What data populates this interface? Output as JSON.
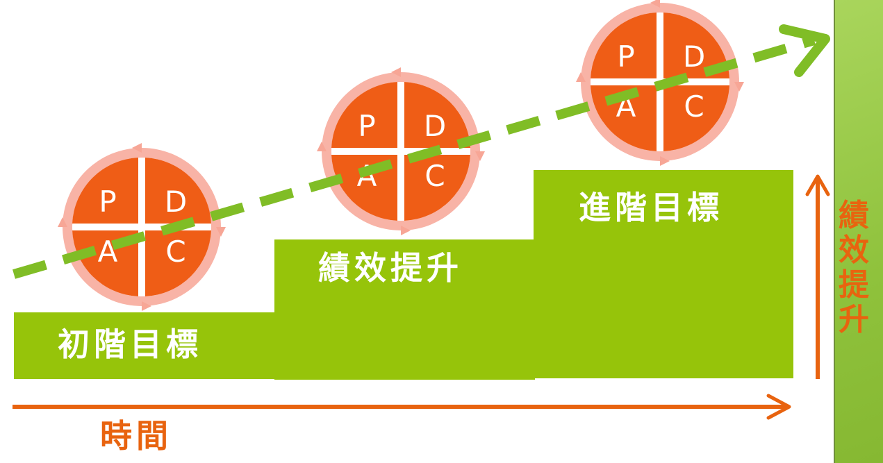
{
  "colors": {
    "step_green": "#96c40a",
    "pdca_orange": "#ef5d16",
    "pdca_ring": "#f7a696",
    "dashed_arrow": "#80bd26",
    "axis_orange": "#e8630f",
    "side_panel": "#a2d055"
  },
  "steps": [
    {
      "label": "初階目標"
    },
    {
      "label": "績效提升"
    },
    {
      "label": "進階目標"
    }
  ],
  "pdca_cycle": {
    "quadrants": [
      "P",
      "D",
      "A",
      "C"
    ]
  },
  "axis": {
    "time_label": "時間"
  },
  "side": {
    "label_chars": [
      "績",
      "效",
      "提",
      "升"
    ]
  }
}
